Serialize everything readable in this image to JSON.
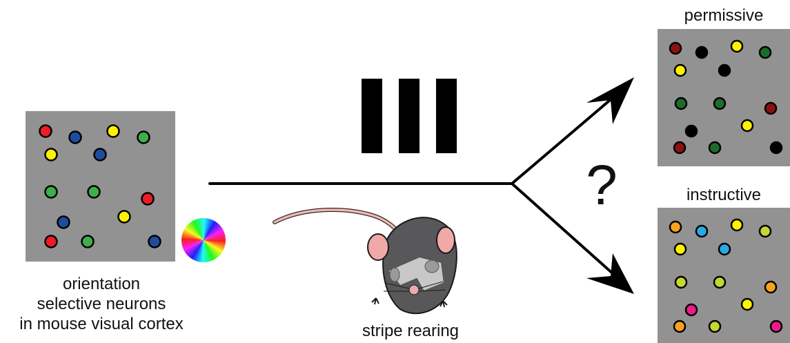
{
  "labels": {
    "source_line1": "orientation",
    "source_line2": "selective neurons",
    "source_line3": "in mouse visual cortex",
    "method": "stripe rearing",
    "outcome_top": "permissive",
    "outcome_bottom": "instructive",
    "question": "?"
  },
  "colors": {
    "panel": "#929292",
    "line": "#000000",
    "red": "#ee1c25",
    "blue": "#1f4d9e",
    "yellow": "#fff200",
    "green": "#3fae49",
    "dark_red": "#8b1010",
    "dark_green": "#1e6b2e",
    "black": "#000000",
    "orange": "#f8a31b",
    "cyan": "#27aae1",
    "lime": "#c4d733",
    "magenta": "#ec1b8c",
    "mouse_body": "#58585a",
    "mouse_ear": "#f0a8a8",
    "mouse_tail": "#f4b7b0",
    "goggles": "#c8c8c8"
  },
  "panels": {
    "source": {
      "neurons": [
        "red",
        "blue",
        "yellow",
        "green",
        "yellow",
        "blue",
        "green",
        "green",
        "red",
        "yellow",
        "blue",
        "red",
        "green",
        "blue"
      ]
    },
    "permissive": {
      "neurons": [
        "dark_red",
        "black",
        "yellow",
        "dark_green",
        "yellow",
        "black",
        "dark_green",
        "dark_green",
        "dark_red",
        "yellow",
        "black",
        "dark_red",
        "dark_green",
        "black"
      ]
    },
    "instructive": {
      "neurons": [
        "orange",
        "cyan",
        "yellow",
        "lime",
        "yellow",
        "cyan",
        "lime",
        "lime",
        "orange",
        "yellow",
        "magenta",
        "orange",
        "lime",
        "magenta"
      ]
    }
  },
  "icons": {
    "color_wheel": "orientation-color-wheel-icon",
    "stripes": "vertical-stripes-icon",
    "mouse": "mouse-with-goggles-icon"
  }
}
